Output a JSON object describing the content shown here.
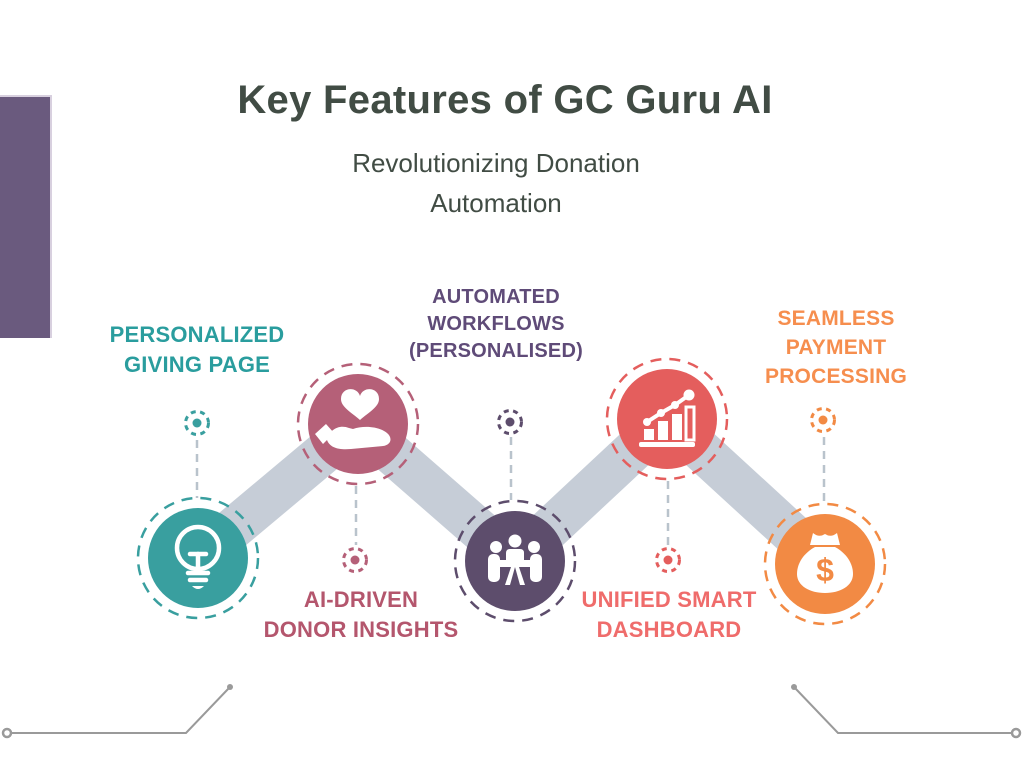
{
  "header": {
    "title": "Key Features of GC Guru AI",
    "subtitle": "Revolutionizing Donation\nAutomation",
    "title_color": "#414C44"
  },
  "features": [
    {
      "label": "PERSONALIZED\nGIVING PAGE",
      "icon": "lightbulb-icon",
      "circle_color": "#399F9F",
      "label_color": "#2A9D9E",
      "node_position": "bottom"
    },
    {
      "label": "AI-DRIVEN\nDONOR INSIGHTS",
      "icon": "heart-in-hand-icon",
      "circle_color": "#B56078",
      "label_color": "#B4566D",
      "node_position": "top"
    },
    {
      "label": "AUTOMATED\nWORKFLOWS\n(PERSONALISED)",
      "icon": "meeting-table-icon",
      "circle_color": "#5D4D6C",
      "label_color": "#5F4B78",
      "node_position": "bottom"
    },
    {
      "label": "UNIFIED SMART\nDASHBOARD",
      "icon": "bar-chart-icon",
      "circle_color": "#E45E5D",
      "label_color": "#EF6C6B",
      "node_position": "top"
    },
    {
      "label": "SEAMLESS\nPAYMENT\nPROCESSING",
      "icon": "money-bag-icon",
      "circle_color": "#F28A44",
      "label_color": "#F68E4E",
      "node_position": "bottom"
    }
  ],
  "decor": {
    "ribbon_color": "#C6CDD7",
    "connector_color": "#B9C3CC",
    "corner_line_color": "#9A9A9A",
    "accent_bar_color": "#6A5A7E",
    "money_bag_symbol": "$"
  }
}
